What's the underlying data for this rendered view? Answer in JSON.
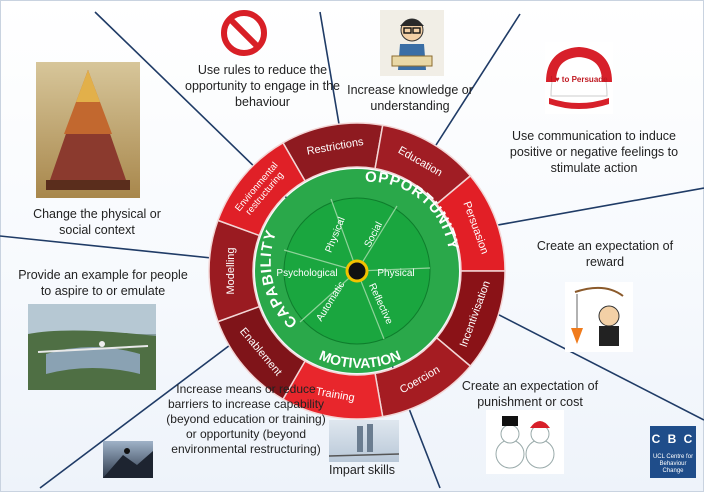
{
  "wheel": {
    "center_labels": [
      "CAPABILITY",
      "OPPORTUNITY",
      "MOTIVATION"
    ],
    "inner": [
      "Physical",
      "Social",
      "Physical",
      "Reflective",
      "Automatic",
      "Psychological"
    ],
    "segments": [
      {
        "label": "Restrictions",
        "color": "#8e1a20"
      },
      {
        "label": "Education",
        "color": "#a01d24"
      },
      {
        "label": "Persuasion",
        "color": "#e21f26"
      },
      {
        "label": "Incentivisation",
        "color": "#8a1217"
      },
      {
        "label": "Coercion",
        "color": "#a51c22"
      },
      {
        "label": "Training",
        "color": "#e8262c"
      },
      {
        "label": "Enablement",
        "color": "#7f1419"
      },
      {
        "label": "Modelling",
        "color": "#9a1b21"
      },
      {
        "label": "Environmental restructuring",
        "color": "#e02027"
      }
    ]
  },
  "captions": {
    "restrictions": "Use rules to reduce the opportunity to engage in the behaviour",
    "education": "Increase knowledge or understanding",
    "persuasion": "Use communication to induce positive or negative feelings to stimulate action",
    "incentivisation": "Create an expectation of reward",
    "coercion": "Create an expectation of punishment or cost",
    "training": "Impart skills",
    "enablement": "Increase means or reduce barriers to increase capability (beyond education or training) or opportunity (beyond environmental restructuring)",
    "modelling": "Provide an example for people to aspire to or emulate",
    "environmental": "Change the physical or social context"
  },
  "images": {
    "hat_text": "I ♥ to Persuade",
    "logo_letters": "C B C",
    "logo_text": "UCL Centre for Behaviour Change"
  },
  "colors": {
    "green_outer": "#2aa84a",
    "green_inner": "#19a33c",
    "rule": "#1f3b66"
  }
}
